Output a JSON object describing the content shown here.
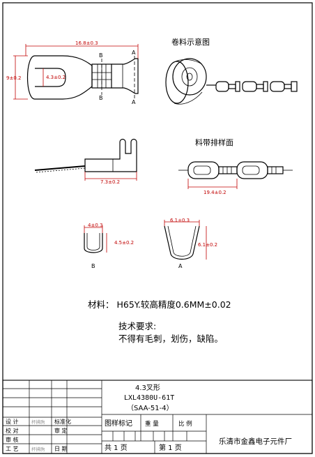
{
  "views": {
    "reel_label": "卷料示意图",
    "strip_label": "料带排样面"
  },
  "dimensions": {
    "overall_length": "16.8±0.3",
    "height": "9±0.2",
    "slot_width": "4.3±0.2",
    "side_length": "7.3±0.2",
    "pitch": "19.4±0.2",
    "b_width": "4±0.3",
    "b_height": "4.5±0.2",
    "a_width": "6.1±0.3",
    "a_height": "6.1±0.2"
  },
  "section_marks": {
    "a": "A",
    "b": "B"
  },
  "notes": {
    "material": "材料： H65Y.较高精度0.6MM±0.02",
    "requirements_title": "技术要求:",
    "requirements_text": "不得有毛刺，划伤，缺陷。"
  },
  "title_block": {
    "part_name": "4.3叉形",
    "part_number": "LXL4380U-61T",
    "part_code": "（SAA-51-4）",
    "row_design": "设  计",
    "row_check": "校  对",
    "row_review": "审  核",
    "row_process": "工  艺",
    "grey_label": "杯拂朐",
    "standardize": "标准化",
    "review2": "审    定",
    "date": "日  期",
    "mark_label": "图样标记",
    "weight_label": "重   量",
    "scale_label": "比  例",
    "total_pages": "共  1  页",
    "page_number": "第  1  页",
    "company": "乐清市金鑫电子元件厂"
  }
}
